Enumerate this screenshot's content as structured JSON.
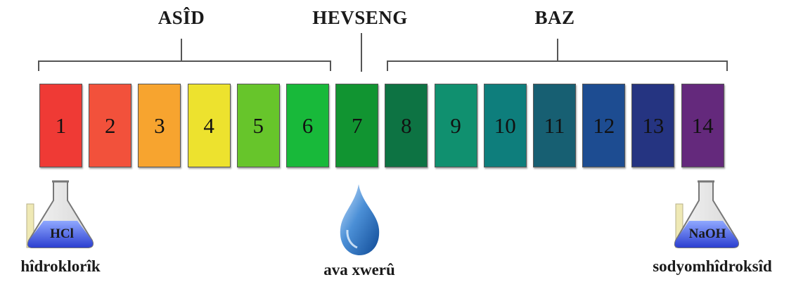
{
  "groups": {
    "acid": "ASÎD",
    "neutral": "HEVSENG",
    "base": "BAZ"
  },
  "scale": [
    {
      "value": "1",
      "color": "#ef3a35"
    },
    {
      "value": "2",
      "color": "#f2513b"
    },
    {
      "value": "3",
      "color": "#f7a42f"
    },
    {
      "value": "4",
      "color": "#ede22e"
    },
    {
      "value": "5",
      "color": "#67c52b"
    },
    {
      "value": "6",
      "color": "#18b93a"
    },
    {
      "value": "7",
      "color": "#119431"
    },
    {
      "value": "8",
      "color": "#0d7343"
    },
    {
      "value": "9",
      "color": "#10906f"
    },
    {
      "value": "10",
      "color": "#0e7e7c"
    },
    {
      "value": "11",
      "color": "#175f72"
    },
    {
      "value": "12",
      "color": "#1d4c91"
    },
    {
      "value": "13",
      "color": "#253481"
    },
    {
      "value": "14",
      "color": "#64297c"
    }
  ],
  "examples": {
    "acid_flask_text": "HCl",
    "acid_name": "hîdroklorîk",
    "water_name": "ava xwerû",
    "base_flask_text": "NaOH",
    "base_name": "sodyomhîdroksîd"
  }
}
